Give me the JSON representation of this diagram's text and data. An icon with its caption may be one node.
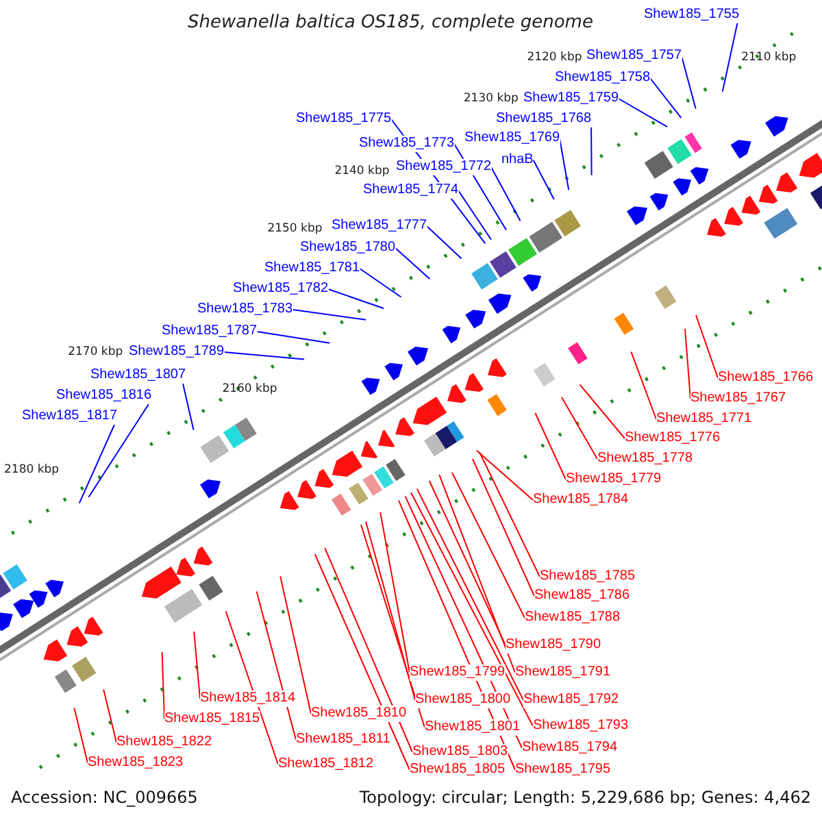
{
  "diagram": {
    "title": "Shewanella baltica OS185, complete genome",
    "nodes": [
      {
        "text": [
          "Shew185_1755"
        ]
      },
      {
        "text": [
          "Shew185_1757"
        ]
      },
      {
        "text": [
          "Shew185_1758"
        ]
      },
      {
        "text": [
          "Shew185_1759"
        ]
      },
      {
        "text": [
          "Shew185_1768"
        ]
      },
      {
        "text": [
          "Shew185_1769"
        ]
      },
      {
        "text": [
          "nhaB"
        ]
      },
      {
        "text": [
          "Shew185_1775"
        ]
      },
      {
        "text": [
          "Shew185_1773"
        ]
      },
      {
        "text": [
          "Shew185_1772"
        ]
      },
      {
        "text": [
          "Shew185_1774"
        ]
      },
      {
        "text": [
          "Shew185_1777"
        ]
      },
      {
        "text": [
          "Shew185_1780"
        ]
      },
      {
        "text": [
          "Shew185_1781"
        ]
      },
      {
        "text": [
          "Shew185_1782"
        ]
      },
      {
        "text": [
          "Shew185_1783"
        ]
      },
      {
        "text": [
          "Shew185_1787"
        ]
      },
      {
        "text": [
          "Shew185_1789"
        ]
      },
      {
        "text": [
          "Shew185_1807"
        ]
      },
      {
        "text": [
          "Shew185_1816"
        ]
      },
      {
        "text": [
          "Shew185_1817"
        ]
      },
      {
        "text": [
          "Shew185_1766"
        ]
      },
      {
        "text": [
          "Shew185_1767"
        ]
      },
      {
        "text": [
          "Shew185_1771"
        ]
      },
      {
        "text": [
          "Shew185_1776"
        ]
      },
      {
        "text": [
          "Shew185_1778"
        ]
      },
      {
        "text": [
          "Shew185_1779"
        ]
      },
      {
        "text": [
          "Shew185_1784"
        ]
      },
      {
        "text": [
          "Shew185_1785"
        ]
      },
      {
        "text": [
          "Shew185_1786"
        ]
      },
      {
        "text": [
          "Shew185_1788"
        ]
      },
      {
        "text": [
          "Shew185_1790"
        ]
      },
      {
        "text": [
          "Shew185_1799"
        ]
      },
      {
        "text": [
          "Shew185_1791"
        ]
      },
      {
        "text": [
          "Shew185_1792"
        ]
      },
      {
        "text": [
          "Shew185_1800"
        ]
      },
      {
        "text": [
          "Shew185_1793"
        ]
      },
      {
        "text": [
          "Shew185_1801"
        ]
      },
      {
        "text": [
          "Shew185_1794"
        ]
      },
      {
        "text": [
          "Shew185_1803"
        ]
      },
      {
        "text": [
          "Shew185_1805"
        ]
      },
      {
        "text": [
          "Shew185_1795"
        ]
      },
      {
        "text": [
          "Shew185_1810"
        ]
      },
      {
        "text": [
          "Shew185_1811"
        ]
      },
      {
        "text": [
          "Shew185_1812"
        ]
      },
      {
        "text": [
          "Shew185_1814"
        ]
      },
      {
        "text": [
          "Shew185_1815"
        ]
      },
      {
        "text": [
          "Shew185_1822"
        ]
      },
      {
        "text": [
          "Shew185_1823"
        ]
      }
    ],
    "edges": [
      {
        "from": 0,
        "to": null,
        "arrow": "none",
        "color": "#0000ff"
      },
      {
        "from": 1,
        "to": null,
        "arrow": "none",
        "color": "#0000ff"
      },
      {
        "from": 2,
        "to": null,
        "arrow": "none",
        "color": "#0000ff"
      },
      {
        "from": 3,
        "to": null,
        "arrow": "none",
        "color": "#0000ff"
      },
      {
        "from": 4,
        "to": null,
        "arrow": "none",
        "color": "#0000ff"
      },
      {
        "from": 5,
        "to": null,
        "arrow": "none",
        "color": "#0000ff"
      },
      {
        "from": 6,
        "to": null,
        "arrow": "none",
        "color": "#0000ff"
      },
      {
        "from": 7,
        "to": null,
        "arrow": "none",
        "color": "#0000ff"
      },
      {
        "from": 8,
        "to": null,
        "arrow": "none",
        "color": "#0000ff"
      },
      {
        "from": 9,
        "to": null,
        "arrow": "none",
        "color": "#0000ff"
      },
      {
        "from": 10,
        "to": null,
        "arrow": "none",
        "color": "#0000ff"
      },
      {
        "from": 11,
        "to": null,
        "arrow": "none",
        "color": "#0000ff"
      },
      {
        "from": 12,
        "to": null,
        "arrow": "none",
        "color": "#0000ff"
      },
      {
        "from": 13,
        "to": null,
        "arrow": "none",
        "color": "#0000ff"
      },
      {
        "from": 14,
        "to": null,
        "arrow": "none",
        "color": "#0000ff"
      },
      {
        "from": 15,
        "to": null,
        "arrow": "none",
        "color": "#0000ff"
      },
      {
        "from": 16,
        "to": null,
        "arrow": "none",
        "color": "#0000ff"
      },
      {
        "from": 17,
        "to": null,
        "arrow": "none",
        "color": "#0000ff"
      },
      {
        "from": 18,
        "to": null,
        "arrow": "none",
        "color": "#0000ff"
      },
      {
        "from": 19,
        "to": null,
        "arrow": "none",
        "color": "#0000ff"
      },
      {
        "from": 20,
        "to": null,
        "arrow": "none",
        "color": "#0000ff"
      },
      {
        "from": 21,
        "to": null,
        "arrow": "none"
      },
      {
        "from": 22,
        "to": null,
        "arrow": "none"
      },
      {
        "from": 23,
        "to": null,
        "arrow": "none"
      },
      {
        "from": 24,
        "to": null,
        "arrow": "none"
      },
      {
        "from": 25,
        "to": null,
        "arrow": "none"
      },
      {
        "from": 26,
        "to": null,
        "arrow": "none"
      },
      {
        "from": 27,
        "to": null,
        "arrow": "none"
      },
      {
        "from": 28,
        "to": null,
        "arrow": "none"
      },
      {
        "from": 29,
        "to": null,
        "arrow": "none"
      },
      {
        "from": 30,
        "to": null,
        "arrow": "none"
      },
      {
        "from": 31,
        "to": null,
        "arrow": "none"
      },
      {
        "from": 32,
        "to": null,
        "arrow": "none"
      },
      {
        "from": 33,
        "to": null,
        "arrow": "none"
      },
      {
        "from": 34,
        "to": null,
        "arrow": "none"
      },
      {
        "from": 35,
        "to": null,
        "arrow": "none"
      },
      {
        "from": 36,
        "to": null,
        "arrow": "none"
      },
      {
        "from": 37,
        "to": null,
        "arrow": "none"
      },
      {
        "from": 38,
        "to": null,
        "arrow": "none"
      },
      {
        "from": 39,
        "to": null,
        "arrow": "none"
      },
      {
        "from": 40,
        "to": null,
        "arrow": "none"
      },
      {
        "from": 41,
        "to": null,
        "arrow": "none"
      },
      {
        "from": 42,
        "to": null,
        "arrow": "none"
      },
      {
        "from": 43,
        "to": null,
        "arrow": "none"
      },
      {
        "from": 44,
        "to": null,
        "arrow": "none"
      },
      {
        "from": 45,
        "to": null,
        "arrow": "none"
      },
      {
        "from": 46,
        "to": null,
        "arrow": "none"
      },
      {
        "from": 47,
        "to": null,
        "arrow": "none"
      },
      {
        "from": 48,
        "to": null,
        "arrow": "none"
      }
    ],
    "labels": [
      "2110 kbp",
      "2120 kbp",
      "2130 kbp",
      "2140 kbp",
      "2150 kbp",
      "2160 kbp",
      "2170 kbp",
      "2180 kbp",
      "Accession: NC_009665",
      "Topology: circular; Length: 5,229,686 bp; Genes: 4,462"
    ]
  }
}
